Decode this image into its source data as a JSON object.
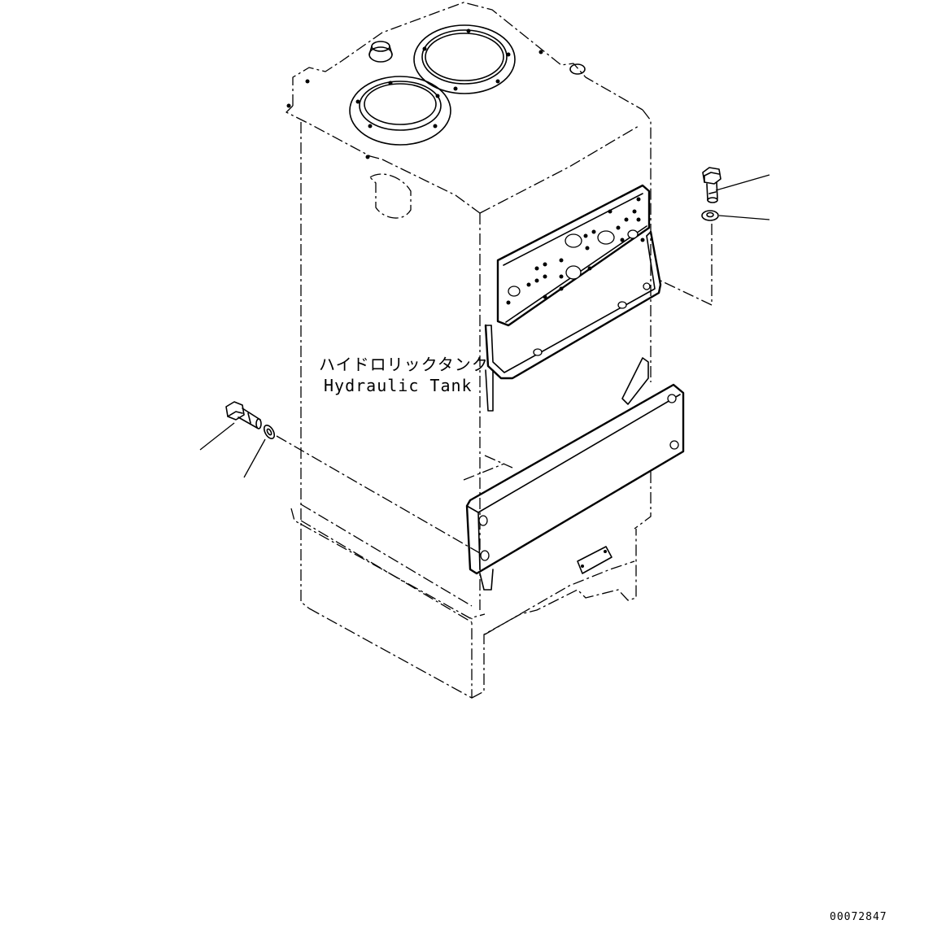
{
  "tank_label": {
    "japanese": "ハイドロリックタンク",
    "english": "Hydraulic Tank"
  },
  "drawing_number": "00072847"
}
